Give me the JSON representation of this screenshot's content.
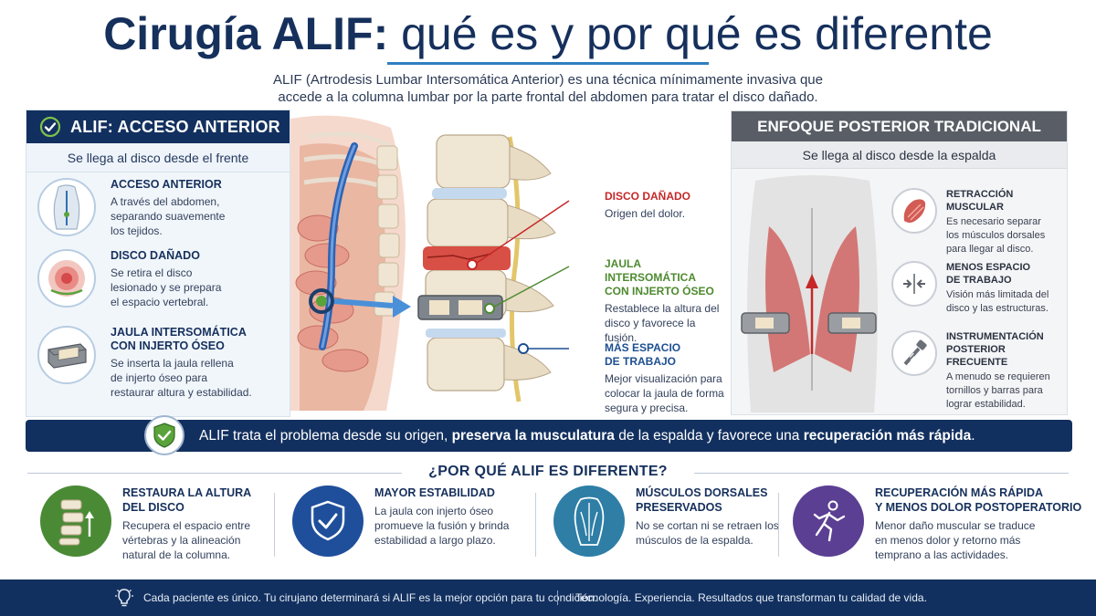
{
  "title": {
    "bold": "Cirugía ALIF:",
    "light": " qué es y por qué es diferente"
  },
  "intro": {
    "line1": "ALIF (Artrodesis Lumbar Intersomática Anterior) es una técnica mínimamente invasiva que",
    "line2": "accede a la columna lumbar por la parte frontal del abdomen para tratar el disco dañado."
  },
  "left_panel": {
    "title": "ALIF: ACCESO ANTERIOR",
    "subtitle": "Se llega al disco desde el frente",
    "features": [
      {
        "heading": "ACCESO ANTERIOR",
        "lines": [
          "A través del abdomen,",
          "separando suavemente",
          "los tejidos."
        ]
      },
      {
        "heading": "DISCO DAÑADO",
        "lines": [
          "Se retira el disco",
          "lesionado y se prepara",
          "el espacio vertebral."
        ]
      },
      {
        "heading1": "JAULA INTERSOMÁTICA",
        "heading2": "CON INJERTO ÓSEO",
        "lines": [
          "Se inserta la jaula rellena",
          "de injerto óseo para",
          "restaurar altura y estabilidad."
        ]
      }
    ]
  },
  "anatomy_labels": {
    "disc": {
      "heading": "DISCO DAÑADO",
      "desc": "Origen del dolor.",
      "color": "#c62828"
    },
    "cage": {
      "heading1": "JAULA INTERSOMÁTICA",
      "heading2": "CON INJERTO ÓSEO",
      "desc1": "Restablece la altura del",
      "desc2": "disco y favorece la fusión.",
      "color": "#4d8a2f"
    },
    "space": {
      "heading1": "MÁS ESPACIO",
      "heading2": "DE TRABAJO",
      "desc1": "Mejor visualización para",
      "desc2": "colocar la jaula de forma",
      "desc3": "segura y precisa.",
      "color": "#1d4f91"
    }
  },
  "right_panel": {
    "title": "ENFOQUE POSTERIOR TRADICIONAL",
    "subtitle": "Se llega al disco desde la espalda",
    "features": [
      {
        "heading": "RETRACCIÓN MUSCULAR",
        "lines": [
          "Es necesario separar",
          "los músculos dorsales",
          "para llegar al disco."
        ]
      },
      {
        "heading1": "MENOS ESPACIO",
        "heading2": "DE TRABAJO",
        "lines": [
          "Visión más limitada del",
          "disco y las estructuras."
        ]
      },
      {
        "heading1": "INSTRUMENTACIÓN",
        "heading2": "POSTERIOR FRECUENTE",
        "lines": [
          "A menudo se requieren",
          "tornillos y barras para",
          "lograr estabilidad."
        ]
      }
    ]
  },
  "banner": {
    "part1": "ALIF trata el problema desde su origen, ",
    "bold1": "preserva la musculatura",
    "part2": " de la espalda y favorece una ",
    "bold2": "recuperación más rápida",
    "part3": "."
  },
  "why_title": "¿POR QUÉ ALIF ES DIFERENTE?",
  "benefits": [
    {
      "heading1": "RESTAURA LA ALTURA",
      "heading2": "DEL DISCO",
      "lines": [
        "Recupera el espacio entre",
        "vértebras y la alineación",
        "natural de la columna."
      ],
      "color": "#4a8a35"
    },
    {
      "heading1": "MAYOR ESTABILIDAD",
      "heading2": "",
      "lines": [
        "La jaula con injerto óseo",
        "promueve la fusión y brinda",
        "estabilidad a largo plazo."
      ],
      "color": "#1f4f9a"
    },
    {
      "heading1": "MÚSCULOS DORSALES",
      "heading2": "PRESERVADOS",
      "lines": [
        "No se cortan ni se retraen los",
        "músculos de la espalda."
      ],
      "color": "#2e7ea6"
    },
    {
      "heading1": "RECUPERACIÓN MÁS RÁPIDA",
      "heading2": "Y MENOS DOLOR POSTOPERATORIO",
      "lines": [
        "Menor daño muscular se traduce",
        "en menos dolor y retorno más",
        "temprano a las actividades."
      ],
      "color": "#5b3f93"
    }
  ],
  "footer": {
    "left": "Cada paciente es único. Tu cirujano determinará si ALIF es la mejor opción para tu condición.",
    "right": "Tecnología.  Experiencia. Resultados que transforman tu calidad de vida."
  },
  "icons": {
    "check": "check-circle-icon",
    "shield": "shield-check-icon",
    "bulb": "lightbulb-icon",
    "runner": "runner-icon",
    "spine": "spine-icon",
    "muscle": "muscle-icon",
    "screw": "screw-icon"
  }
}
